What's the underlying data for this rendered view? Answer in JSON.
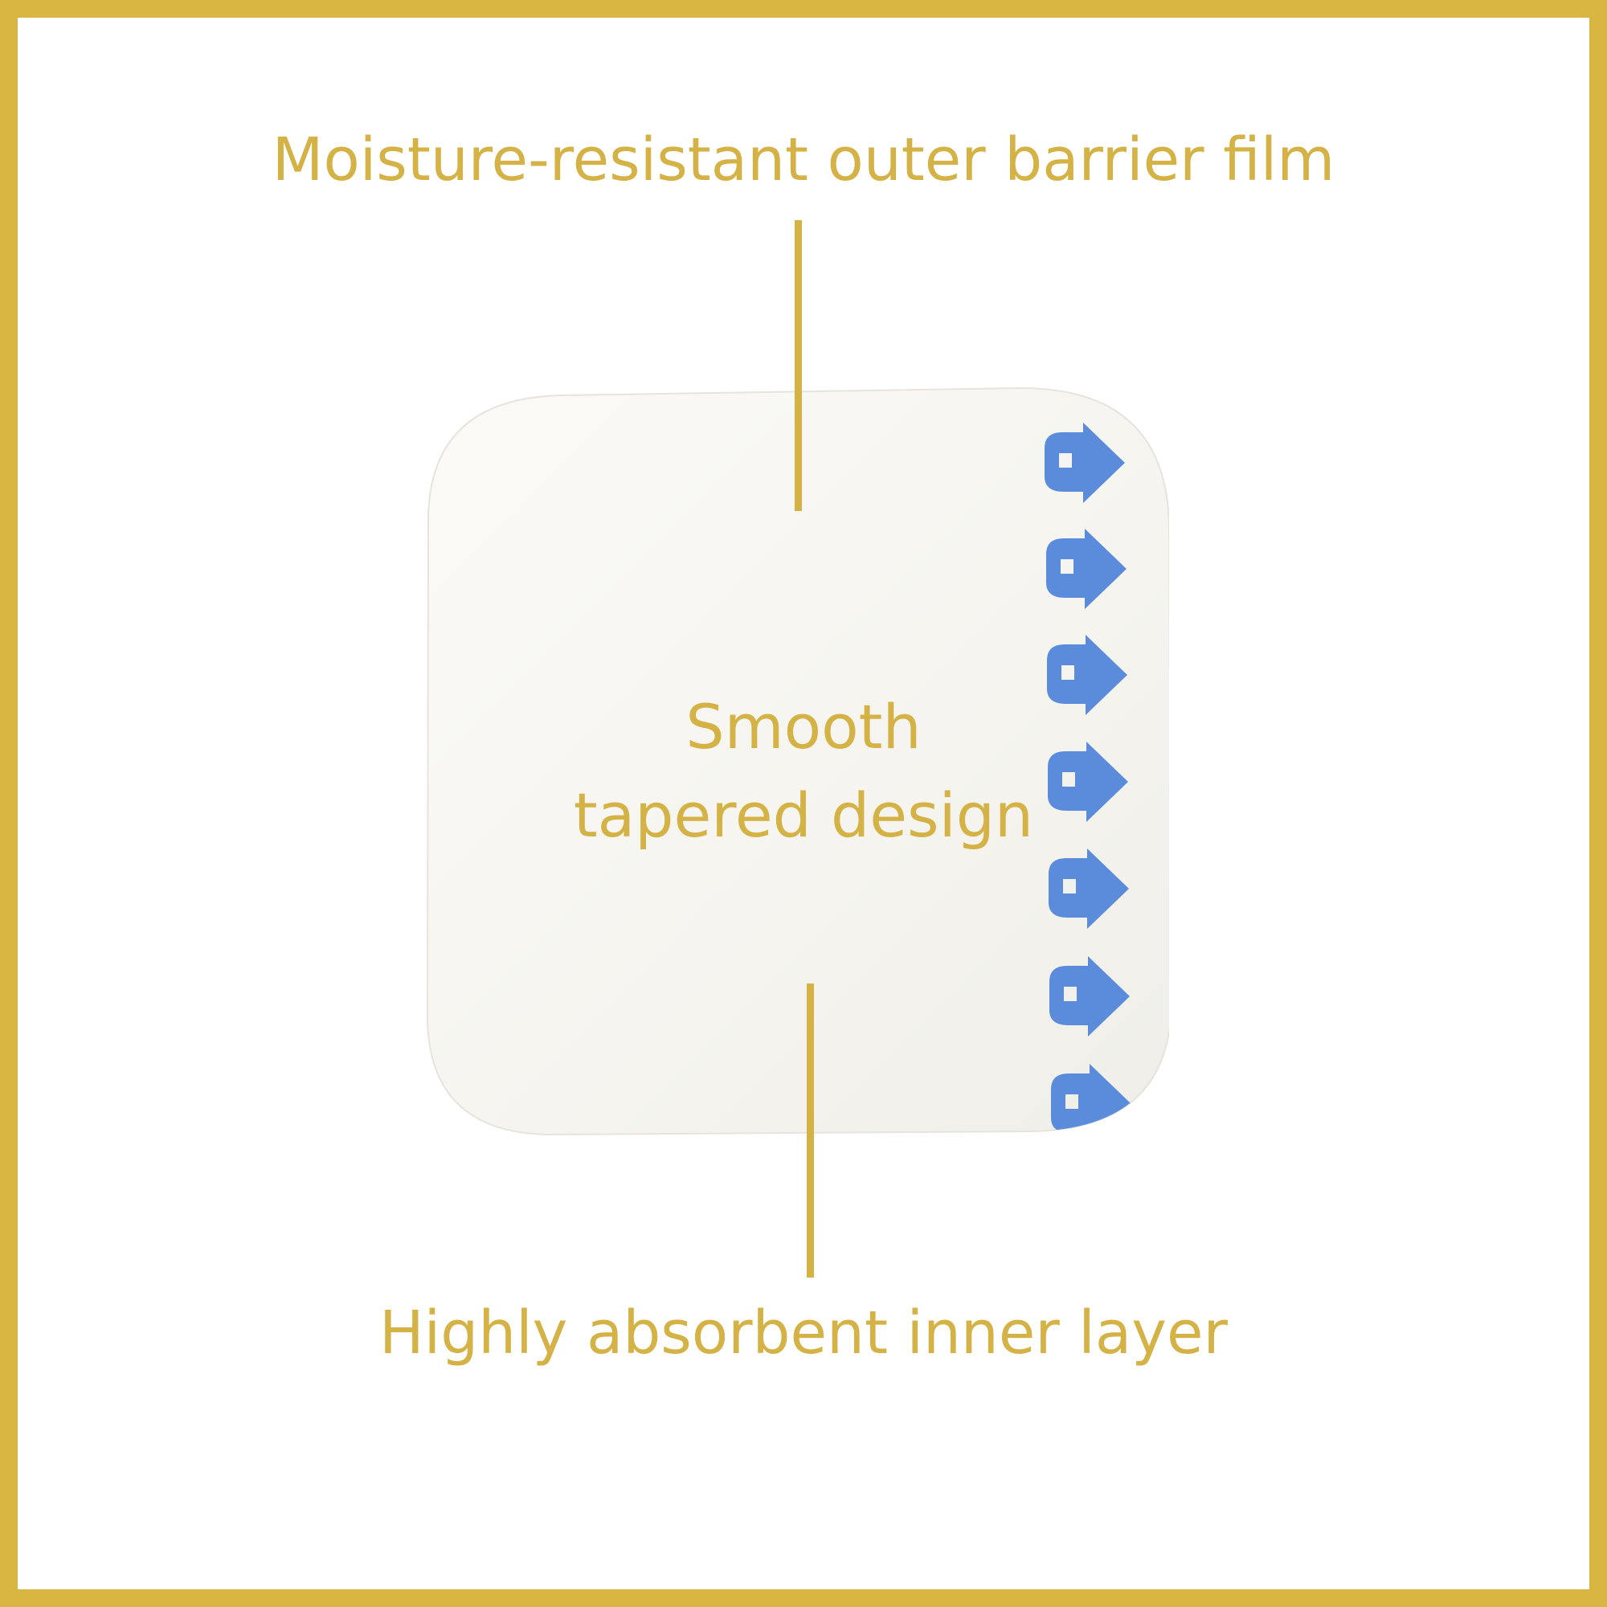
{
  "colors": {
    "frame_border": "#D9B541",
    "label_text": "#D4B245",
    "dressing_fill": "#F8F7F3",
    "arrow_fill": "#5A8CDB"
  },
  "callouts": {
    "top": "Moisture-resistant outer barrier film",
    "center_line1": "Smooth",
    "center_line2": "tapered design",
    "bottom": "Highly absorbent inner layer"
  },
  "icons": {
    "arrow": "peel-arrow-icon"
  }
}
